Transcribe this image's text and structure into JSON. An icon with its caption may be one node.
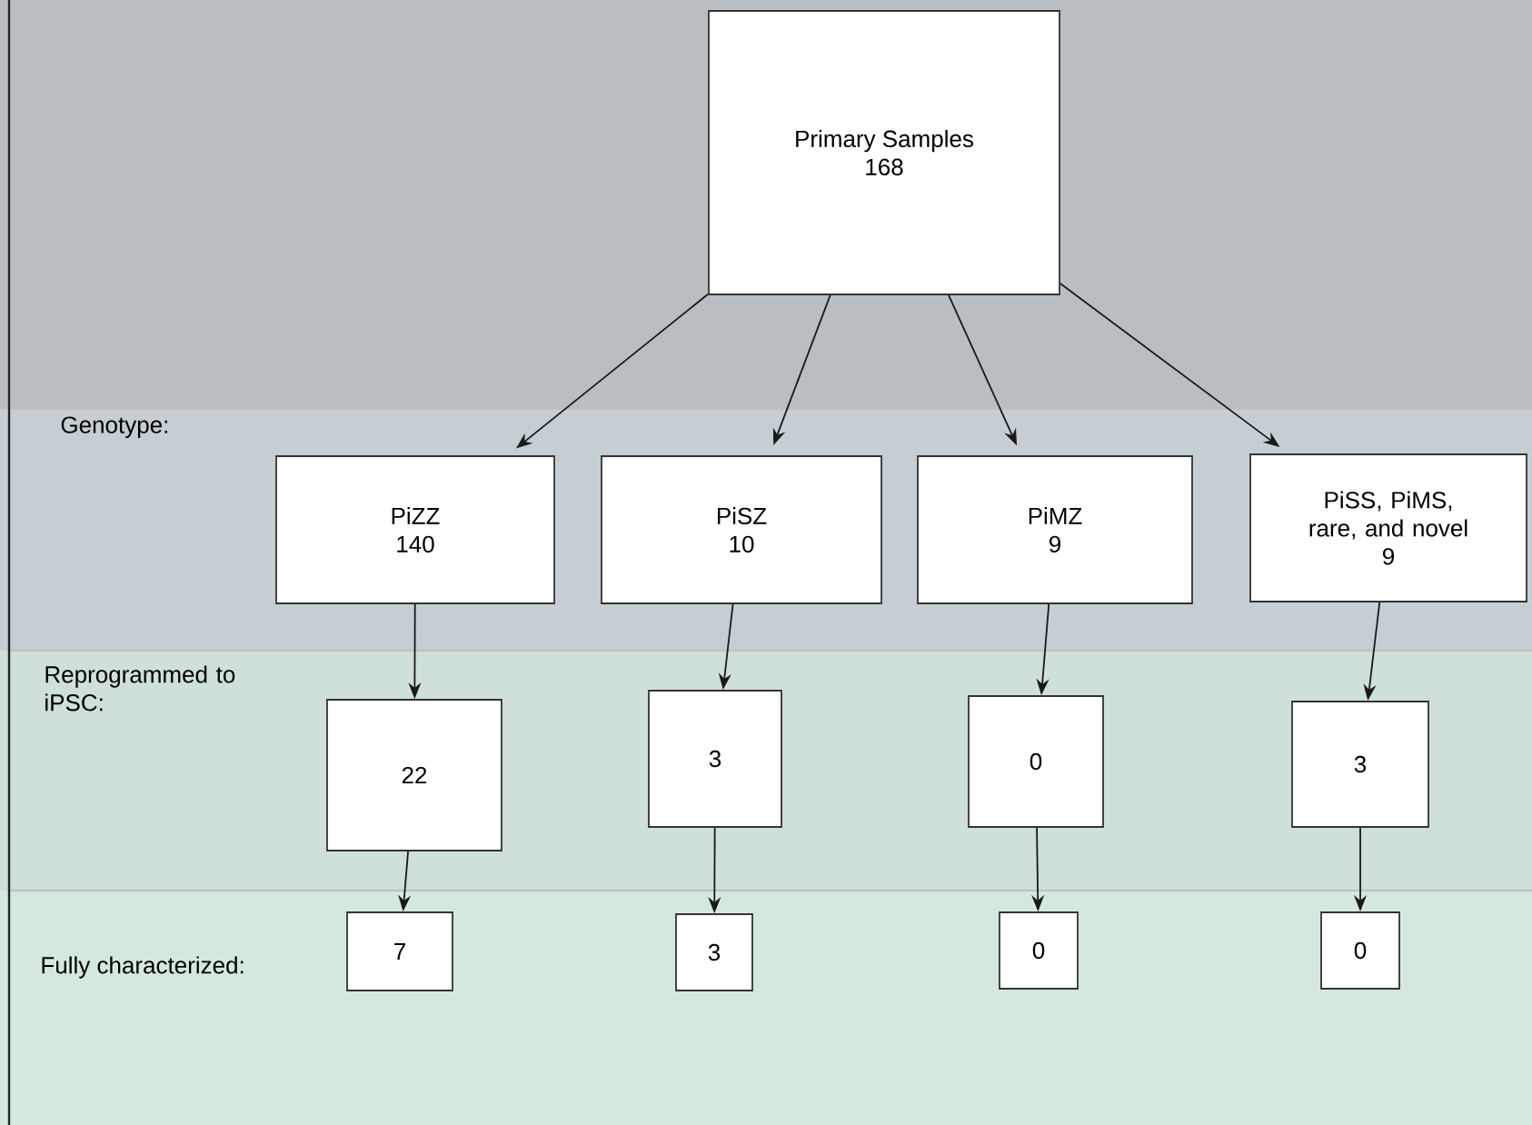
{
  "diagram": {
    "nodes": [
      {
        "text": [
          "Primary Samples",
          "168"
        ]
      },
      {
        "text": [
          "PiZZ",
          "140"
        ]
      },
      {
        "text": [
          "PiSZ",
          "10"
        ]
      },
      {
        "text": [
          "PiMZ",
          "9"
        ]
      },
      {
        "text": [
          "PiSS, PiMS, rare, and novel",
          "9"
        ]
      },
      {
        "text": [
          "22"
        ]
      },
      {
        "text": [
          "3"
        ]
      },
      {
        "text": [
          "0"
        ]
      },
      {
        "text": [
          "3"
        ]
      },
      {
        "text": [
          "7"
        ]
      },
      {
        "text": [
          "3"
        ]
      },
      {
        "text": [
          "0"
        ]
      },
      {
        "text": [
          "0"
        ]
      }
    ],
    "edges": [
      {
        "from": 0,
        "to": 1,
        "arrow": "to"
      },
      {
        "from": 0,
        "to": 2,
        "arrow": "to"
      },
      {
        "from": 0,
        "to": 3,
        "arrow": "to"
      },
      {
        "from": 0,
        "to": 4,
        "arrow": "to"
      },
      {
        "from": 1,
        "to": 5,
        "arrow": "to"
      },
      {
        "from": 2,
        "to": 6,
        "arrow": "to"
      },
      {
        "from": 3,
        "to": 7,
        "arrow": "to"
      },
      {
        "from": 4,
        "to": 8,
        "arrow": "to"
      },
      {
        "from": 5,
        "to": 9,
        "arrow": "to"
      },
      {
        "from": 6,
        "to": 10,
        "arrow": "to"
      },
      {
        "from": 7,
        "to": 11,
        "arrow": "to"
      },
      {
        "from": 8,
        "to": 12,
        "arrow": "to"
      }
    ],
    "labels": [
      "Genotype:",
      "Reprogrammed to iPSC:",
      "Fully characterized:"
    ]
  }
}
